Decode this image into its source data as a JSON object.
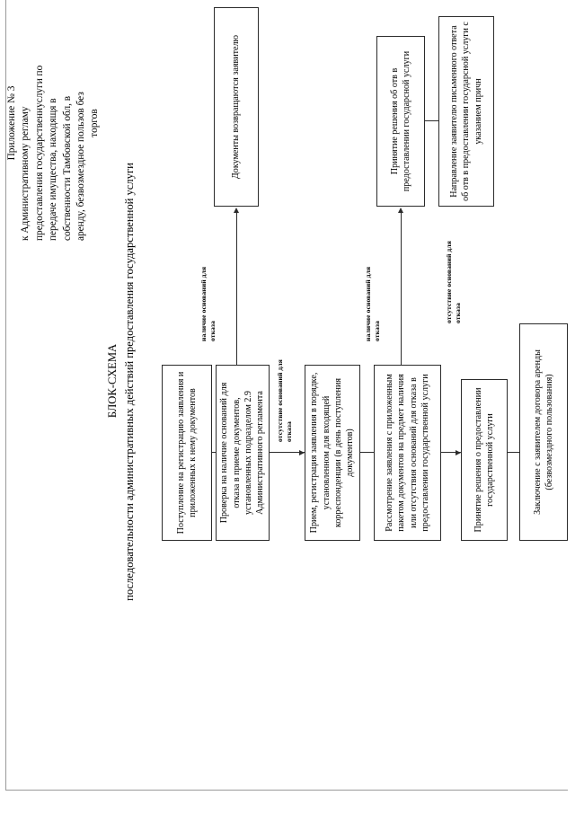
{
  "document": {
    "appendix_header": [
      "Приложение № 3",
      "к Административному регламу",
      "предоставления государственнуслуги по",
      "передаче имущества, находящя в",
      "собственности Тамбовской обл, в",
      "аренду, безвозмездное пользов  без",
      "торгов"
    ],
    "title": "БЛОК-СХЕМА",
    "subtitle": "последовательности административных действий предоставления государственной услуги"
  },
  "flow": {
    "boxes": [
      {
        "id": "box-incoming-application",
        "text": "Поступление на регистрацию заявления и приложенных к нему документов"
      },
      {
        "id": "box-check-refusal-grounds",
        "text": "Проверка  на наличие оснований для отказа в приеме документов, установленных подразделом 2.9 Административного регламента"
      },
      {
        "id": "box-documents-returned",
        "text": "Документы возвращаются заявителю"
      },
      {
        "id": "box-accept-register",
        "text": "Прием, регистрация заявления в порядке, установленном для входящей корреспонденции (в день поступления документов)"
      },
      {
        "id": "box-review-application",
        "text": "Рассмотрение заявления с приложенным пакетом документов  на предмет наличия или отсутствия оснований для отказа в предоставлении государственной услуги"
      },
      {
        "id": "box-decision-refusal",
        "text": "Принятие решения об отв в предоставлении государсной услуги"
      },
      {
        "id": "box-send-written-answer",
        "text": "Направление заявителю письменного ответа об отв в предоставлении государсной услуги с указанием причн"
      },
      {
        "id": "box-decision-grant",
        "text": "Принятие решения о предоставлении государственной услуги"
      },
      {
        "id": "box-conclude-contract",
        "text": "Заключение с заявителем договора аренды (безвозмездного пользования)"
      }
    ],
    "captions": [
      {
        "id": "caption-grounds-present-1",
        "text": "наличие оснований для отказа"
      },
      {
        "id": "caption-grounds-absent-1",
        "text": "отсутствие оснований для отказа"
      },
      {
        "id": "caption-grounds-present-2",
        "text": "наличие оснований для отказа"
      },
      {
        "id": "caption-grounds-absent-2",
        "text": "отсутствие оснований для отказа"
      }
    ]
  },
  "colors": {
    "ink": "#2b2b2b",
    "paper": "#ffffff",
    "page_border": "#9a9a9a"
  }
}
